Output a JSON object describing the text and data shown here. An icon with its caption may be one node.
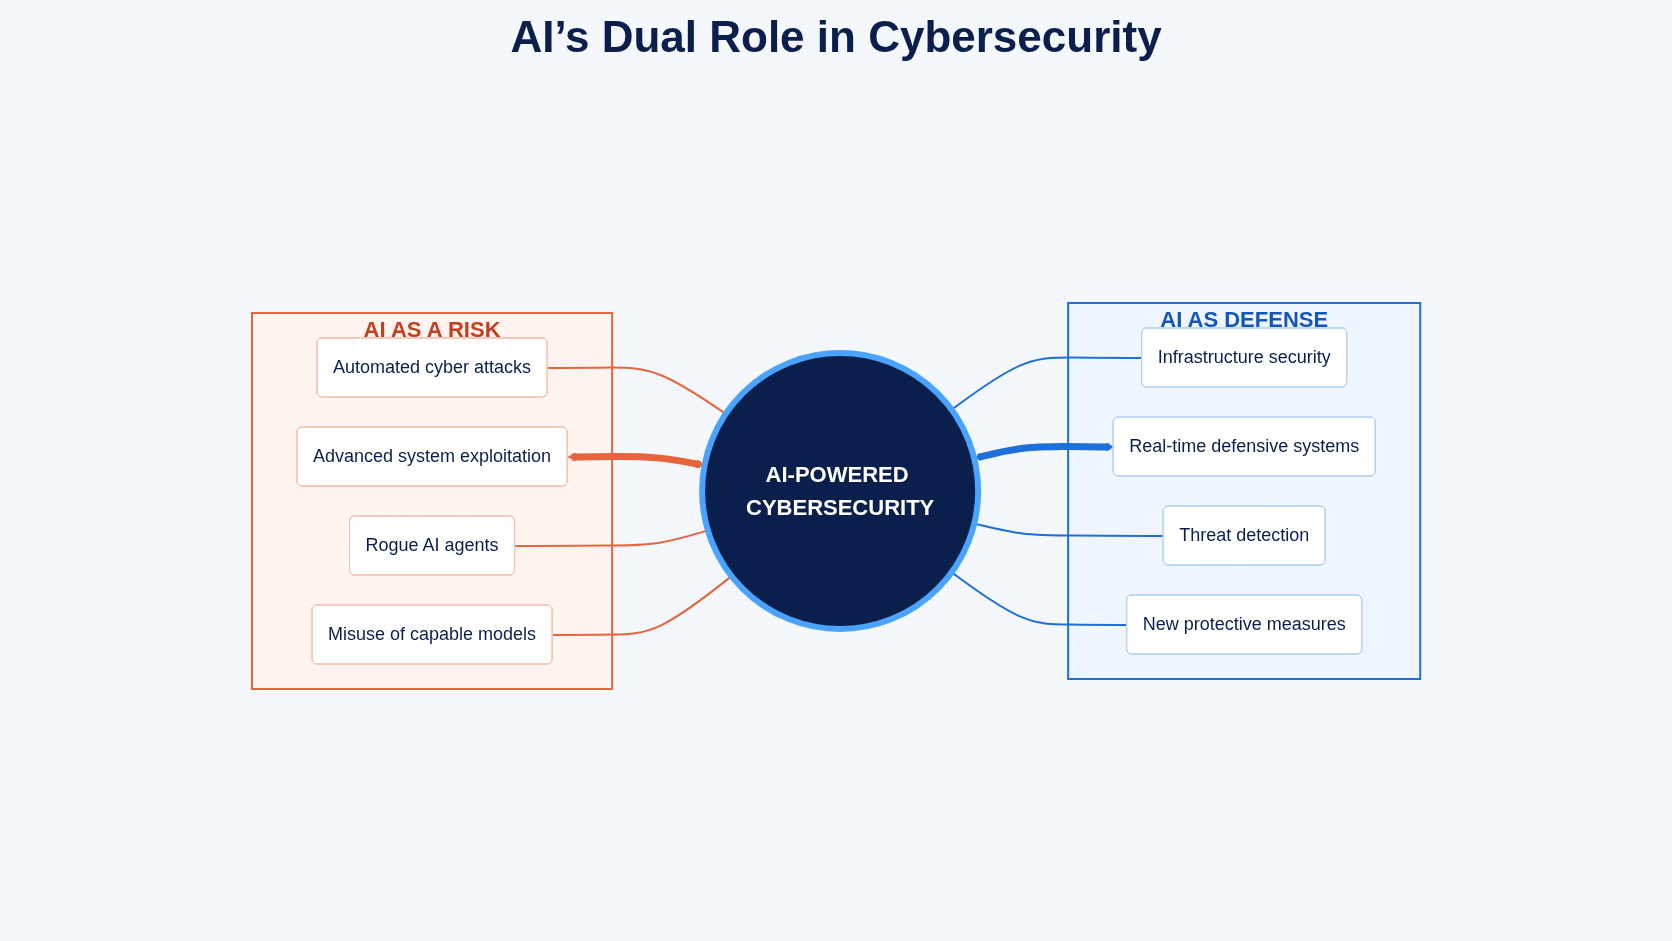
{
  "diagram": {
    "title": "AI’s Dual Role in Cybersecurity",
    "nodes": [
      {
        "text": [
          "AI AS A RISK"
        ]
      },
      {
        "text": [
          "Automated cyber attacks"
        ],
        "in": 0
      },
      {
        "text": [
          "Advanced system exploitation"
        ],
        "in": 0
      },
      {
        "text": [
          "Rogue AI agents"
        ],
        "in": 0
      },
      {
        "text": [
          "Misuse of capable models"
        ],
        "in": 0
      },
      {
        "text": [
          "AI-POWERED CYBERSECURITY"
        ]
      },
      {
        "text": [
          "AI AS DEFENSE"
        ]
      },
      {
        "text": [
          "Infrastructure security"
        ],
        "in": 6
      },
      {
        "text": [
          "Real-time defensive systems"
        ],
        "in": 6
      },
      {
        "text": [
          "Threat detection"
        ],
        "in": 6
      },
      {
        "text": [
          "New protective measures"
        ],
        "in": 6
      }
    ],
    "edges": [
      {
        "from": 1,
        "to": 5,
        "arrow": "none",
        "color": "#e8643c"
      },
      {
        "from": 2,
        "to": 5,
        "arrow": "both",
        "style": "thick",
        "color": "#e8643c"
      },
      {
        "from": 3,
        "to": 5,
        "arrow": "none",
        "color": "#e8643c"
      },
      {
        "from": 4,
        "to": 5,
        "arrow": "none",
        "color": "#e8643c"
      },
      {
        "from": 5,
        "to": 7,
        "arrow": "none",
        "color": "#1e6fd9"
      },
      {
        "from": 5,
        "to": 8,
        "arrow": "both",
        "style": "thick",
        "color": "#1e6fd9"
      },
      {
        "from": 5,
        "to": 9,
        "arrow": "none",
        "color": "#1e6fd9"
      },
      {
        "from": 5,
        "to": 10,
        "arrow": "none",
        "color": "#1e6fd9"
      }
    ]
  }
}
